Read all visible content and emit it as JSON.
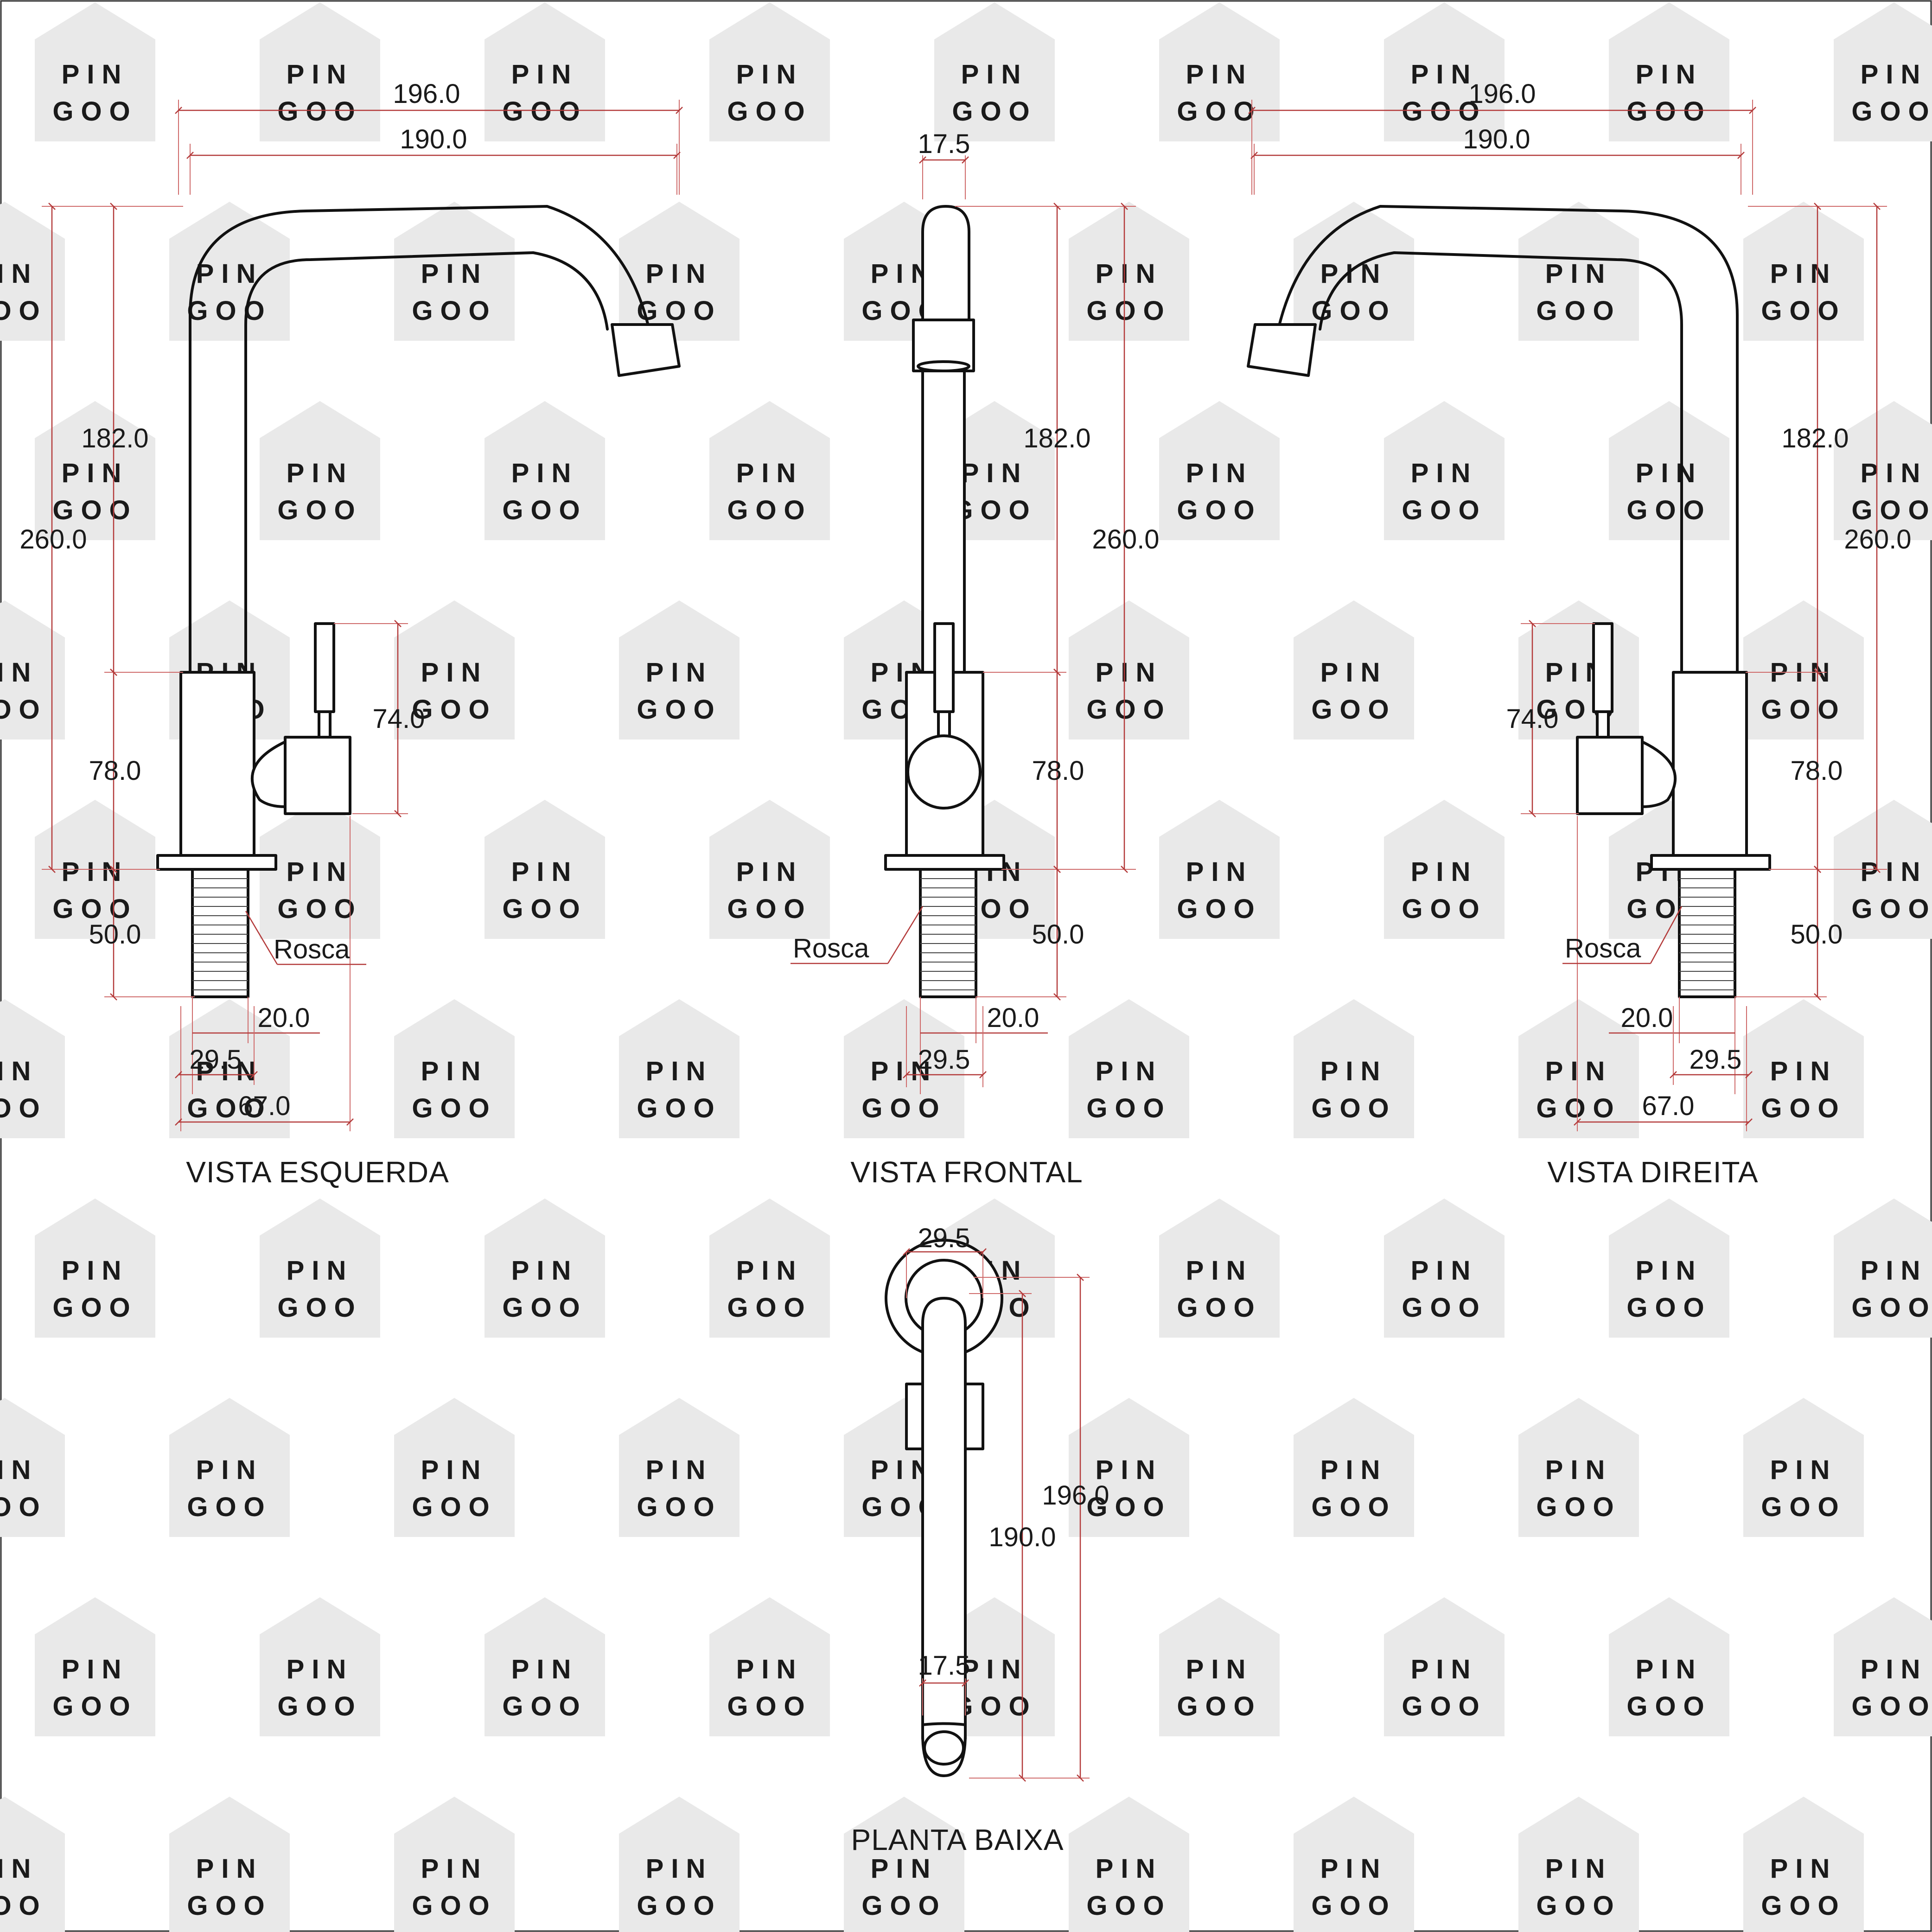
{
  "watermark": "PIN GOO",
  "views": {
    "left": {
      "title": "VISTA ESQUERDA",
      "dims": {
        "overall_width": "196.0",
        "spout_width": "190.0",
        "total_height": "260.0",
        "column_height": "182.0",
        "body_height": "78.0",
        "handle_height": "74.0",
        "thread_length": "50.0",
        "thread_diameter": "20.0",
        "body_diameter": "29.5",
        "base_to_handle": "67.0"
      },
      "callout": "Rosca"
    },
    "front": {
      "title": "VISTA FRONTAL",
      "dims": {
        "tube_diameter": "17.5",
        "column_height": "182.0",
        "total_height": "260.0",
        "body_height": "78.0",
        "thread_length": "50.0",
        "thread_diameter": "20.0",
        "body_diameter": "29.5"
      },
      "callout": "Rosca"
    },
    "right": {
      "title": "VISTA DIREITA",
      "dims": {
        "overall_width": "196.0",
        "spout_width": "190.0",
        "total_height": "260.0",
        "column_height": "182.0",
        "body_height": "78.0",
        "handle_height": "74.0",
        "thread_length": "50.0",
        "thread_diameter": "20.0",
        "body_diameter": "29.5",
        "base_to_handle": "67.0"
      },
      "callout": "Rosca"
    },
    "plan": {
      "title": "PLANTA BAIXA",
      "dims": {
        "body_diameter": "29.5",
        "overall_length": "196.0",
        "spout_length": "190.0",
        "tube_diameter": "17.5"
      }
    }
  }
}
